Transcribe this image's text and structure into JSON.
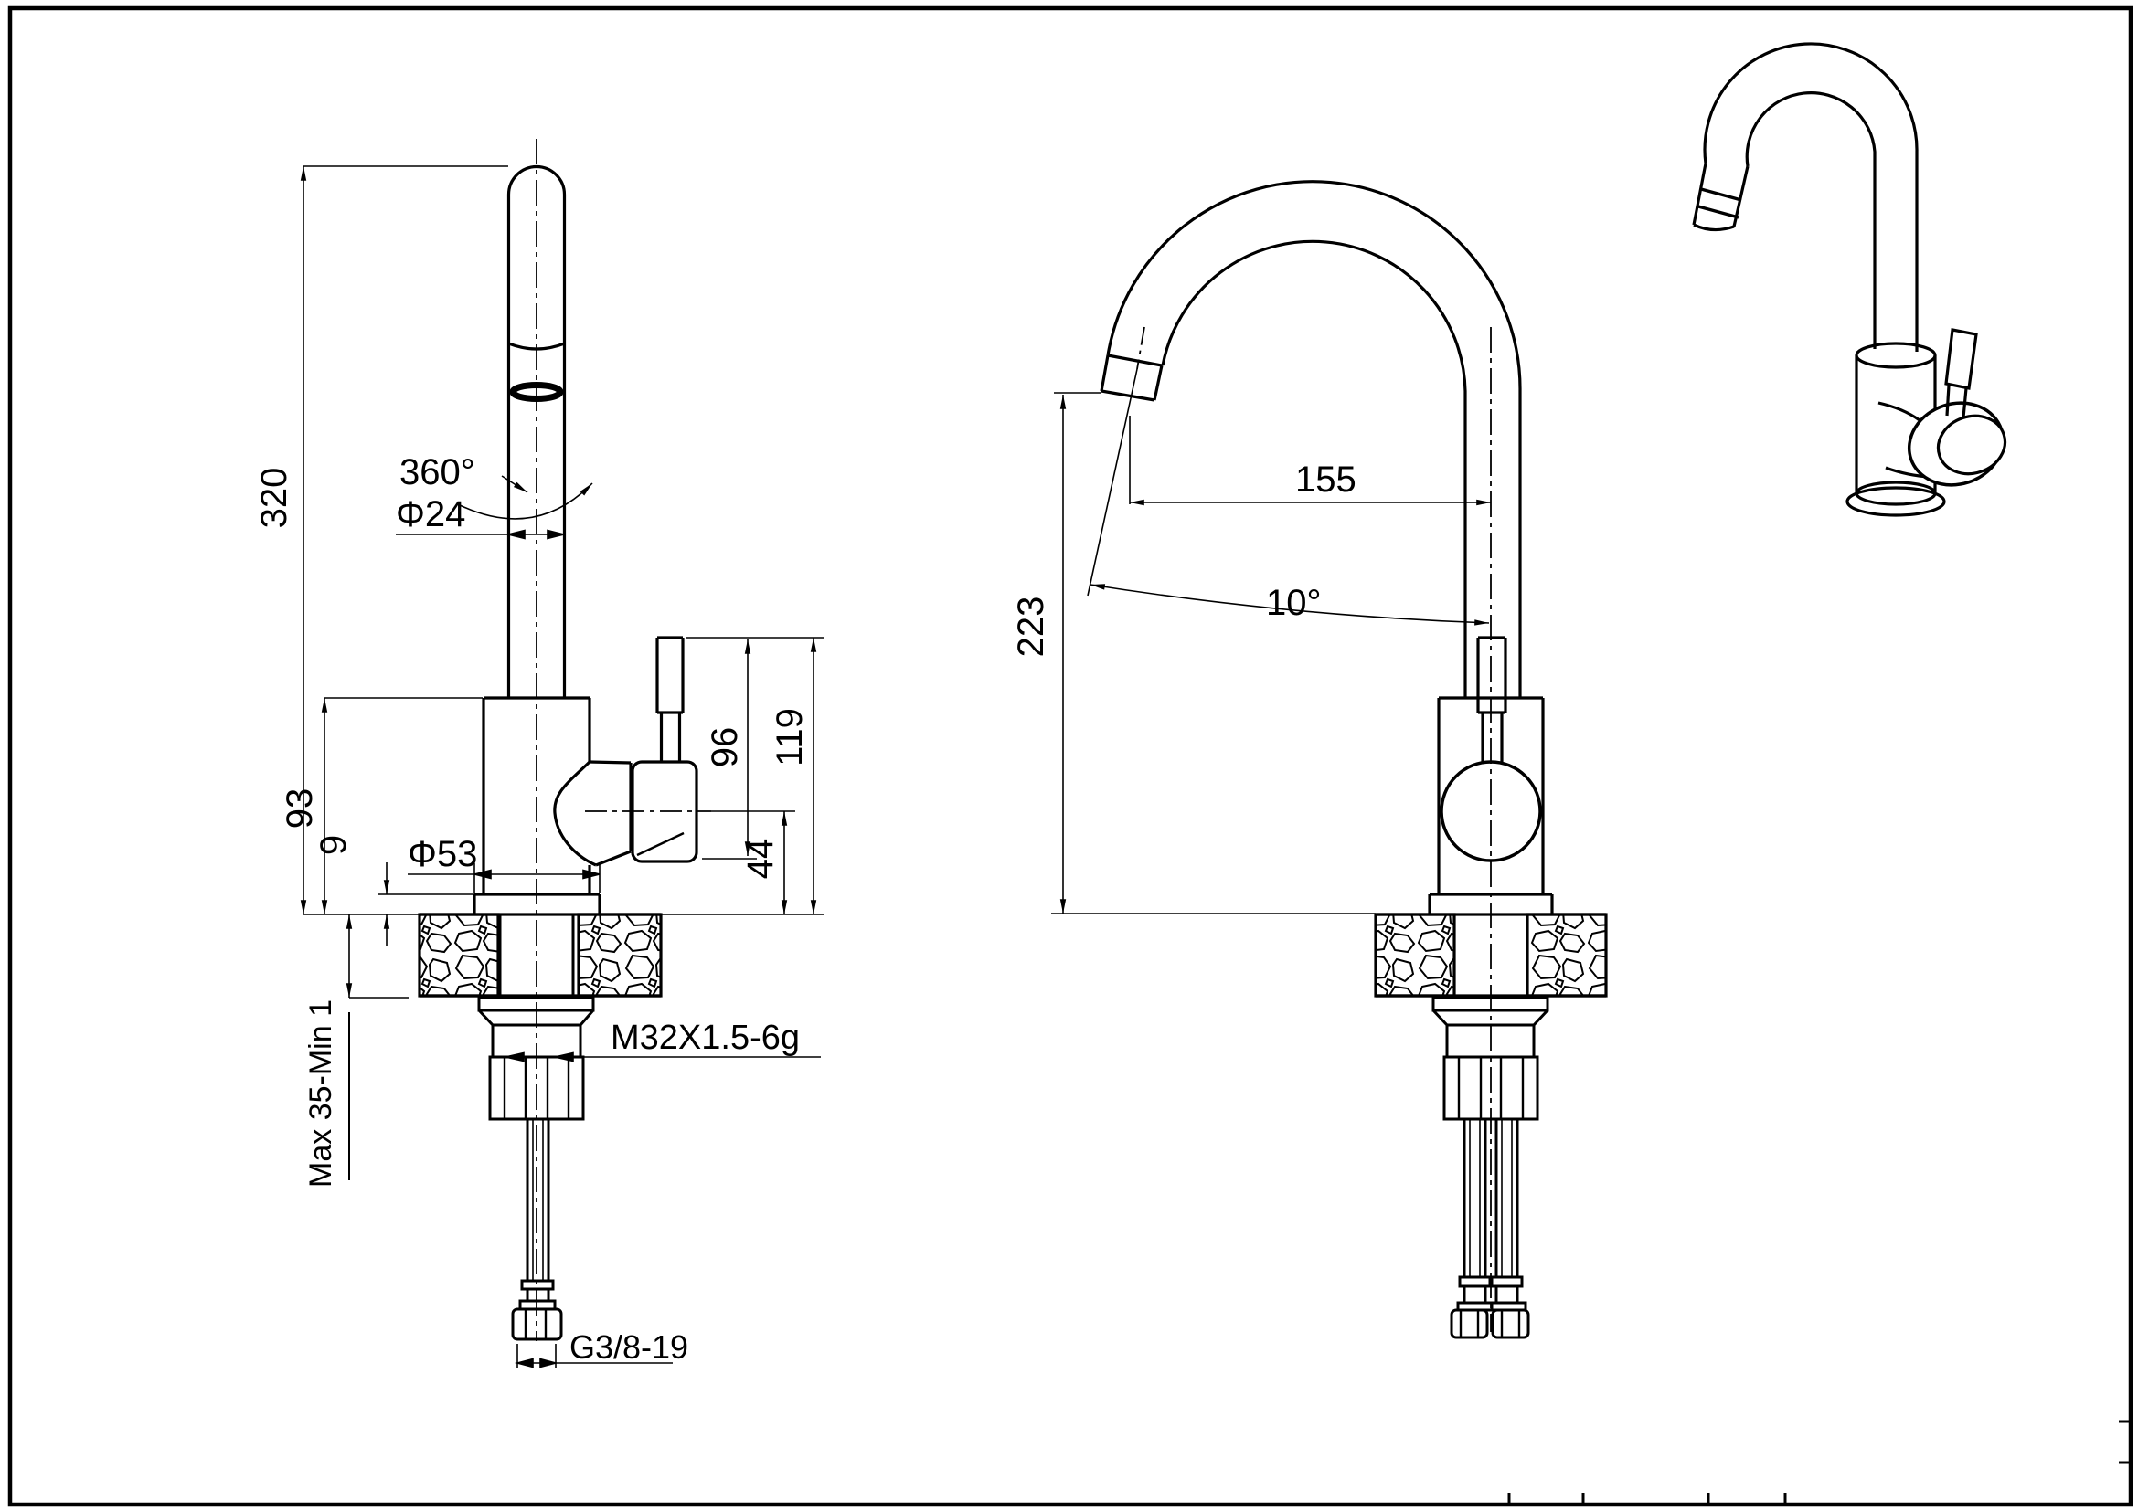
{
  "drawing": {
    "side_view": {
      "total_height": "320",
      "swivel_angle": "360°",
      "spout_diameter": "Φ24",
      "body_height": "93",
      "base_gap": "9",
      "base_diameter": "Φ53",
      "mounting_range": "Max 35-Min 1",
      "thread_spec": "M32X1.5-6g",
      "supply_thread": "G3/8-19",
      "handle_height": "96",
      "lever_top_height": "119",
      "handle_axis_height": "44"
    },
    "front_view": {
      "spout_reach": "155",
      "spout_angle": "10°",
      "outlet_height": "223"
    }
  }
}
